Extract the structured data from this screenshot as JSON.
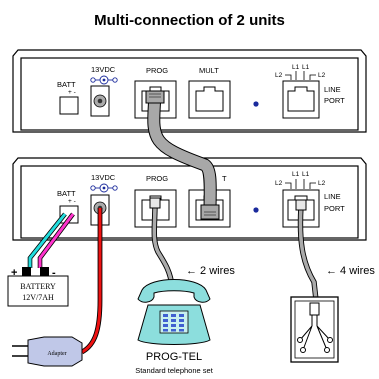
{
  "title": "Multi-connection of 2 units",
  "top_unit": {
    "batt_label": "BATT",
    "batt_polarity": "+ -",
    "power_label": "13VDC",
    "prog_label": "PROG",
    "mult_label": "MULT",
    "l1_label_a": "L1",
    "l1_label_b": "L1",
    "l2_label_a": "L2",
    "l2_label_b": "L2",
    "line_label": "LINE",
    "port_label": "PORT"
  },
  "bottom_unit": {
    "batt_label": "BATT",
    "batt_polarity": "+ -",
    "power_label": "13VDC",
    "prog_label": "PROG",
    "mult_label": "T",
    "l1_label_a": "L1",
    "l1_label_b": "L1",
    "l2_label_a": "L2",
    "l2_label_b": "L2",
    "line_label": "LINE",
    "port_label": "PORT"
  },
  "battery": {
    "line1": "BATTERY",
    "line2": "12V/7AH",
    "plus": "+",
    "minus": "-"
  },
  "adapter_label": "Adapter",
  "wires_2": "← 2 wires",
  "wires_4": "← 4 wires",
  "phone_name": "PROG-TEL",
  "phone_desc": "Standard telephone set",
  "colors": {
    "cable_gray": "#a8a8a8",
    "wire_cyan": "#22dddd",
    "wire_magenta": "#ff33cc",
    "wire_red": "#ee1111",
    "led_blue": "#1a2a9c",
    "phone_teal": "#8cdedd"
  }
}
